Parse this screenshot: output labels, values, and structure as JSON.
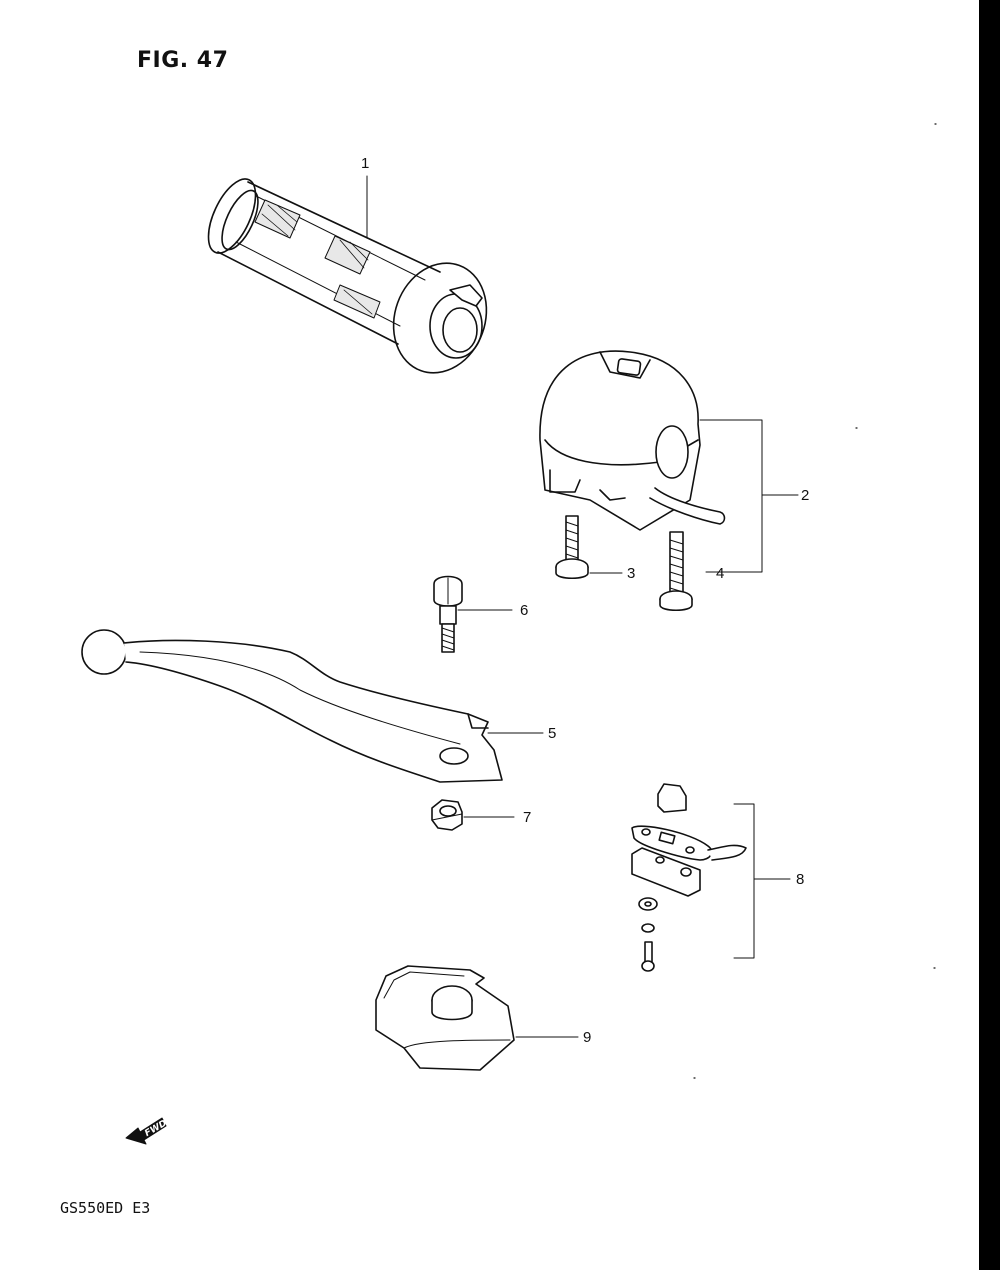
{
  "figure": {
    "title": "FIG. 47"
  },
  "model": {
    "code": "GS550ED E3"
  },
  "direction": {
    "label": "FWD"
  },
  "callouts": [
    "1",
    "2",
    "3",
    "4",
    "5",
    "6",
    "7",
    "8",
    "9"
  ],
  "parts": [
    {
      "callout": "1",
      "icon": "handlebar-grip-icon"
    },
    {
      "callout": "2",
      "icon": "switch-housing-icon"
    },
    {
      "callout": "3",
      "icon": "screw-icon"
    },
    {
      "callout": "4",
      "icon": "screw-icon"
    },
    {
      "callout": "5",
      "icon": "brake-lever-icon"
    },
    {
      "callout": "6",
      "icon": "bolt-icon"
    },
    {
      "callout": "7",
      "icon": "nut-icon"
    },
    {
      "callout": "8",
      "icon": "switch-assembly-icon"
    },
    {
      "callout": "9",
      "icon": "lever-cover-icon"
    }
  ]
}
